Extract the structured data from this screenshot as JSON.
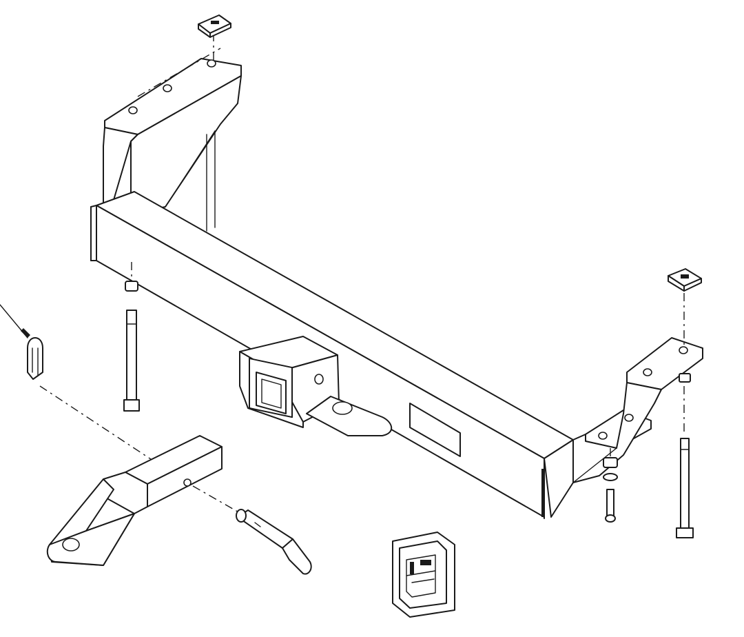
{
  "diagram": {
    "parts": [
      "left-mounting-bracket",
      "right-mounting-bracket",
      "crossbar-tube",
      "receiver-tube",
      "safety-chain-plate",
      "label-plate",
      "ball-mount",
      "hitch-pin",
      "hitch-pin-clip",
      "left-carriage-bolt",
      "right-carriage-bolt",
      "left-spacer-block",
      "right-spacer-block",
      "short-bolt",
      "receiver-cover"
    ],
    "colors": {
      "line": "#1a1a1a",
      "paper": "#ffffff"
    }
  }
}
